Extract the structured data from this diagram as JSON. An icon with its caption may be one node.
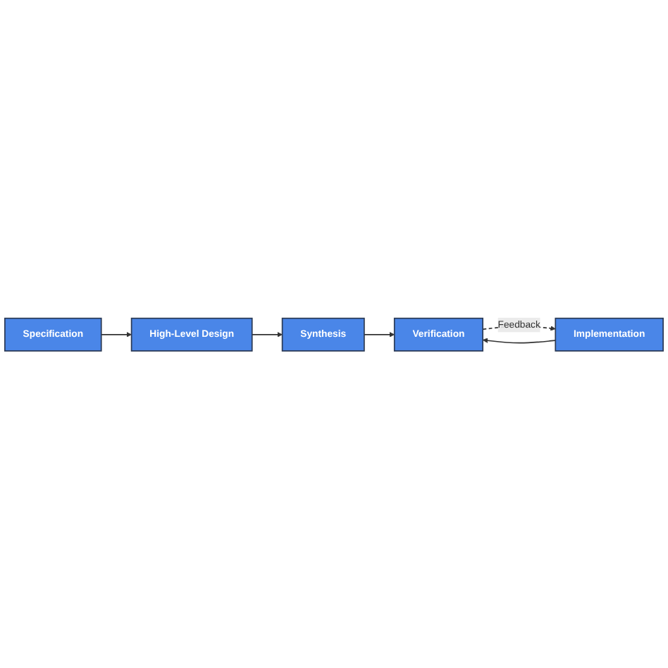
{
  "diagram": {
    "nodes": [
      {
        "text": [
          "Specification"
        ]
      },
      {
        "text": [
          "High-Level Design"
        ]
      },
      {
        "text": [
          "Synthesis"
        ]
      },
      {
        "text": [
          "Implementation"
        ]
      },
      {
        "text": [
          "Verification"
        ]
      }
    ],
    "edges": [
      {
        "from": 0,
        "to": 1,
        "arrow": "to"
      },
      {
        "from": 1,
        "to": 2,
        "arrow": "to"
      },
      {
        "from": 2,
        "to": 4,
        "arrow": "to"
      },
      {
        "from": 3,
        "to": 4,
        "arrow": "to"
      },
      {
        "from": 4,
        "to": 3,
        "arrow": "to",
        "label": "Feedback",
        "style": "dashed"
      }
    ]
  }
}
